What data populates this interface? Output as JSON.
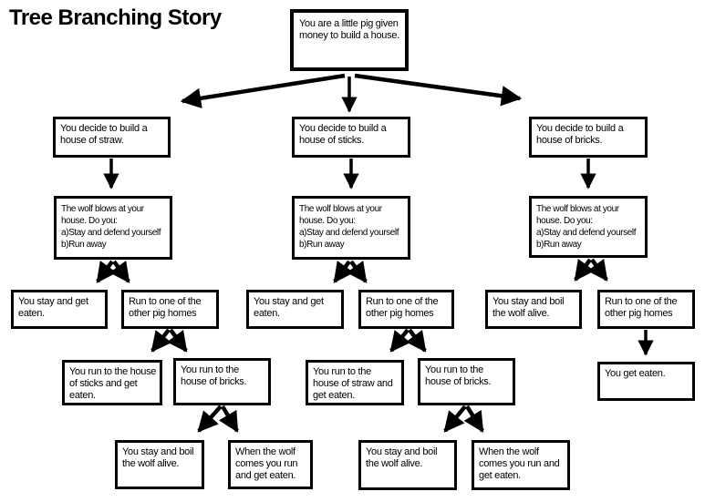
{
  "title": "Tree Branching Story",
  "nodes": {
    "root": {
      "text": "You are a little pig given money to build a house."
    },
    "straw_decide": {
      "text": "You decide to build a house of straw."
    },
    "sticks_decide": {
      "text": "You decide to build a house of sticks."
    },
    "bricks_decide": {
      "text": "You decide to build a house of bricks."
    },
    "straw_wolf": {
      "text": "The wolf blows at your house.  Do you:\na)Stay and defend yourself\nb)Run away"
    },
    "sticks_wolf": {
      "text": "The wolf blows at your house.  Do you:\na)Stay and defend yourself\nb)Run away"
    },
    "bricks_wolf": {
      "text": "The wolf blows at your house.  Do you:\na)Stay and defend yourself\nb)Run away"
    },
    "straw_stay": {
      "text": "You stay and get eaten."
    },
    "straw_run": {
      "text": "Run to one of the other pig homes"
    },
    "sticks_stay": {
      "text": "You stay and get eaten."
    },
    "sticks_run": {
      "text": "Run to one of the other pig homes"
    },
    "bricks_stay": {
      "text": "You stay and boil the wolf alive."
    },
    "bricks_run": {
      "text": "Run to one of the other pig homes"
    },
    "straw_run_sticks": {
      "text": "You run to the house of sticks and get eaten."
    },
    "straw_run_bricks": {
      "text": "You run to the house of bricks."
    },
    "sticks_run_straw": {
      "text": "You run to the house of straw and get eaten."
    },
    "sticks_run_bricks": {
      "text": "You run to the house of bricks."
    },
    "bricks_eaten": {
      "text": "You get eaten."
    },
    "straw_bricks_stay": {
      "text": "You stay and boil the wolf alive."
    },
    "straw_bricks_run": {
      "text": "When the wolf comes you run and get eaten."
    },
    "sticks_bricks_stay": {
      "text": "You stay and boil the wolf alive."
    },
    "sticks_bricks_run": {
      "text": "When the wolf comes you run and get eaten."
    }
  },
  "edges": [
    {
      "from": "root",
      "to": "straw_decide"
    },
    {
      "from": "root",
      "to": "sticks_decide"
    },
    {
      "from": "root",
      "to": "bricks_decide"
    },
    {
      "from": "straw_decide",
      "to": "straw_wolf"
    },
    {
      "from": "sticks_decide",
      "to": "sticks_wolf"
    },
    {
      "from": "bricks_decide",
      "to": "bricks_wolf"
    },
    {
      "from": "straw_wolf",
      "to": "straw_stay"
    },
    {
      "from": "straw_wolf",
      "to": "straw_run"
    },
    {
      "from": "sticks_wolf",
      "to": "sticks_stay"
    },
    {
      "from": "sticks_wolf",
      "to": "sticks_run"
    },
    {
      "from": "bricks_wolf",
      "to": "bricks_stay"
    },
    {
      "from": "bricks_wolf",
      "to": "bricks_run"
    },
    {
      "from": "straw_run",
      "to": "straw_run_sticks"
    },
    {
      "from": "straw_run",
      "to": "straw_run_bricks"
    },
    {
      "from": "sticks_run",
      "to": "sticks_run_straw"
    },
    {
      "from": "sticks_run",
      "to": "sticks_run_bricks"
    },
    {
      "from": "bricks_run",
      "to": "bricks_eaten"
    },
    {
      "from": "straw_run_bricks",
      "to": "straw_bricks_stay"
    },
    {
      "from": "straw_run_bricks",
      "to": "straw_bricks_run"
    },
    {
      "from": "sticks_run_bricks",
      "to": "sticks_bricks_stay"
    },
    {
      "from": "sticks_run_bricks",
      "to": "sticks_bricks_run"
    }
  ],
  "colors": {
    "ink": "#000000",
    "background": "#ffffff"
  }
}
